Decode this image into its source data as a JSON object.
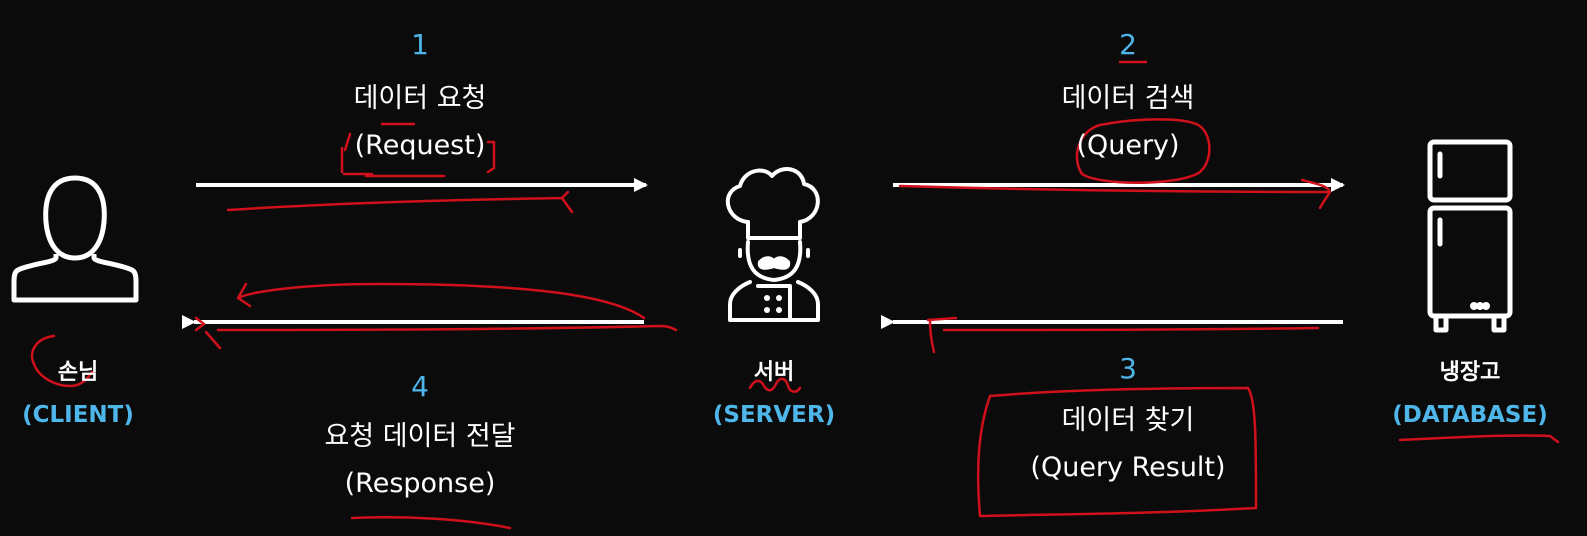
{
  "colors": {
    "background": "#0b0b0c",
    "text": "#ffffff",
    "accent": "#4fb6ea",
    "annotation": "#d0101a"
  },
  "actors": {
    "client": {
      "name": "손님",
      "role": "(CLIENT)",
      "icon": "person-icon"
    },
    "server": {
      "name": "서버",
      "role": "(SERVER)",
      "icon": "chef-icon"
    },
    "database": {
      "name": "냉장고",
      "role": "(DATABASE)",
      "icon": "refrigerator-icon"
    }
  },
  "steps": [
    {
      "number": "1",
      "title": "데이터 요청",
      "subtitle": "(Request)"
    },
    {
      "number": "2",
      "title": "데이터 검색",
      "subtitle": "(Query)"
    },
    {
      "number": "3",
      "title": "데이터 찾기",
      "subtitle": "(Query Result)"
    },
    {
      "number": "4",
      "title": "요청 데이터 전달",
      "subtitle": "(Response)"
    }
  ]
}
